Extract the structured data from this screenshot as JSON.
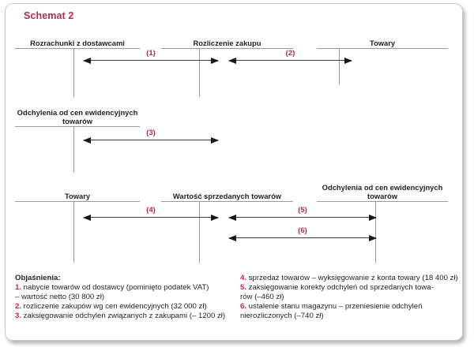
{
  "title": "Schemat 2",
  "accounts": [
    {
      "id": "rozrachunki-z-dostawcami",
      "label": "Rozrachunki z dostawcami"
    },
    {
      "id": "rozliczenie-zakupu",
      "label": "Rozliczenie zakupu"
    },
    {
      "id": "towary-1",
      "label": "Towary"
    },
    {
      "id": "odchylenia-od-cen-ewidencyjnych-towarow-1",
      "label": "Odchylenia od cen ewidencyjnych towarów"
    },
    {
      "id": "towary-2",
      "label": "Towary"
    },
    {
      "id": "wartosc-sprzedanych-towarow",
      "label": "Wartość sprzedanych towarów"
    },
    {
      "id": "odchylenia-od-cen-ewidencyjnych-towarow-2",
      "label": "Odchylenia od cen ewidencyjnych towarów"
    }
  ],
  "flows": [
    {
      "id": "flow-1",
      "label": "(1)"
    },
    {
      "id": "flow-2",
      "label": "(2)"
    },
    {
      "id": "flow-3",
      "label": "(3)"
    },
    {
      "id": "flow-4",
      "label": "(4)"
    },
    {
      "id": "flow-5",
      "label": "(5)"
    },
    {
      "id": "flow-6",
      "label": "(6)"
    }
  ],
  "legend": {
    "heading": "Objaśnienia:",
    "left": [
      {
        "num": "1.",
        "text": " nabycie towarów od dostawcy (pominięto podatek VAT)"
      },
      {
        "num": "",
        "text": "– wartość netto (30 800 zł)"
      },
      {
        "num": "2.",
        "text": " rozliczenie zakupów wg cen ewidencyjnych (32 000 zł)"
      },
      {
        "num": "3.",
        "text": " zaksięgowanie odchyleń związanych z zakupami (– 1200 zł)"
      }
    ],
    "right": [
      {
        "num": "4.",
        "text": " sprzedaż towarów – wyksięgowanie z konta towary (18 400 zł)"
      },
      {
        "num": "5.",
        "text": " zaksięgowanie korekty odchyleń od sprzedanych towa-"
      },
      {
        "num": "",
        "text": "rów (–460 zł)"
      },
      {
        "num": "6.",
        "text": " ustalenie stanu magazynu – przeniesienie odchyleń"
      },
      {
        "num": "",
        "text": "nierozliczonych (–740 zł)"
      }
    ]
  },
  "colors": {
    "accent": "#b0295a",
    "legend_number": "#cc1f4e",
    "rule": "#9a9a9a",
    "text": "#231f20"
  }
}
